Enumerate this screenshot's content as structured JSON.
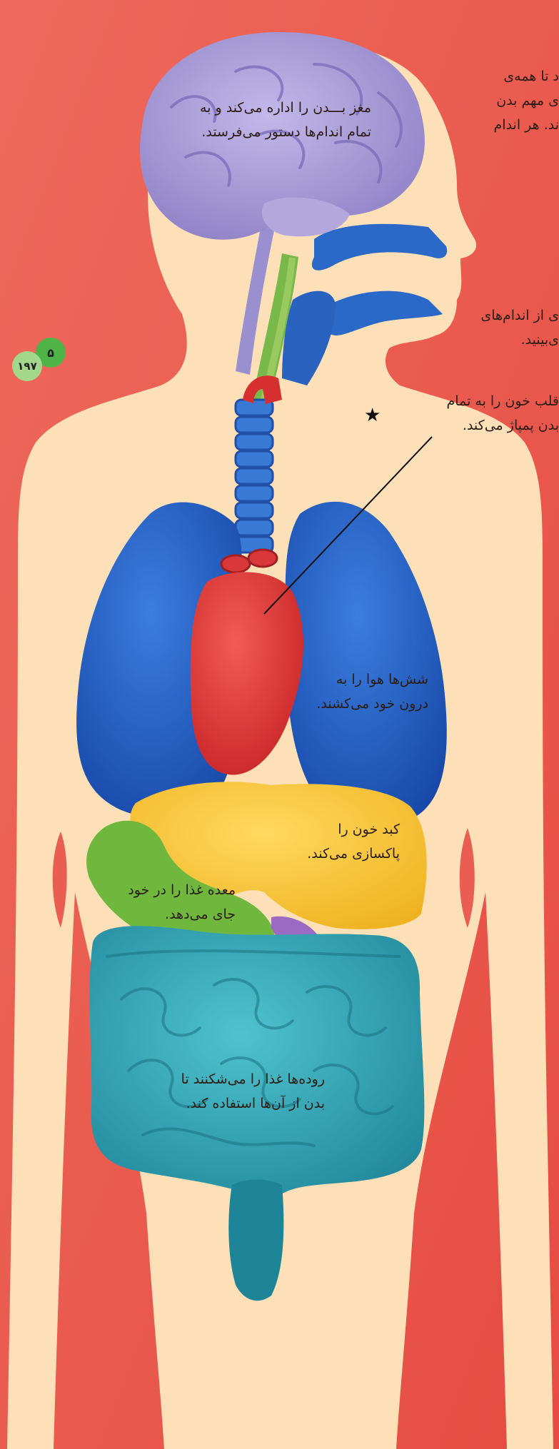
{
  "page": {
    "top_right_text": "د تا همه‌ی\nی مهم بدن\nند. هر اندام",
    "mid_right_text": "ی از اندام‌های\nی‌بینید."
  },
  "badges": {
    "chapter": "۵",
    "page_number": "۱۹۷"
  },
  "star": "★",
  "labels": {
    "brain": "مغز بـــدن را اداره می‌کند و به\nتمام اندام‌ها دستور می‌فرستد.",
    "heart": "قلب خون را به تمام\nبدن پمپاژ می‌کند.",
    "lungs": "شش‌ها هوا را به\nدرون خود می‌کشند.",
    "liver": "کبد خون را\nپاکسازی می‌کند.",
    "stomach": "معده غذا را در خود\nجای می‌دهد.",
    "intestines": "روده‌ها غذا را می‌شکنند تا\nبدن از آن‌ها استفاده کند."
  },
  "colors": {
    "background": "#ea5d52",
    "skin": "#fde0b8",
    "brain": "#a79bd6",
    "lungs": "#1f5cc4",
    "heart": "#e53a3a",
    "liver": "#f7c83b",
    "stomach": "#6fb83d",
    "intestines": "#2ea3b6",
    "badge_dark": "#4fb448",
    "badge_light": "#a3d88a"
  }
}
